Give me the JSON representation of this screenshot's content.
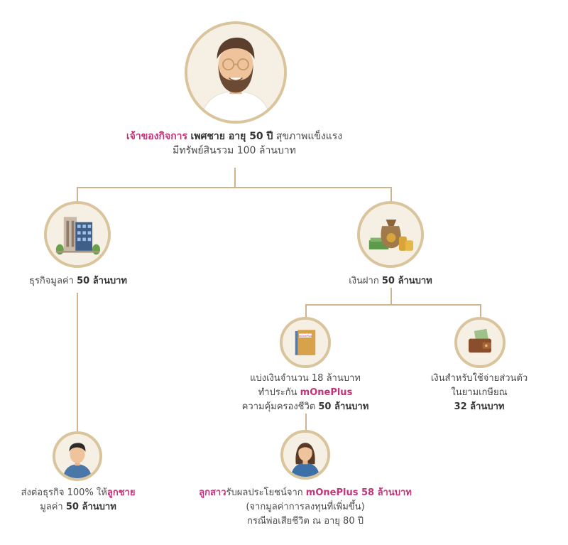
{
  "owner": {
    "role": "เจ้าของกิจการ",
    "desc_bold": "เพศชาย อายุ 50 ปี",
    "desc_rest": "สุขภาพแข็งแรง",
    "line2": "มีทรัพย์สินรวม 100 ล้านบาท"
  },
  "business": {
    "text": "ธุรกิจมูลค่า",
    "value": "50 ล้านบาท"
  },
  "deposit": {
    "text": "เงินฝาก",
    "value": "50 ล้านบาท"
  },
  "insurance": {
    "line1": "แบ่งเงินจำนวน 18 ล้านบาท",
    "line2_prefix": "ทำประกัน",
    "line2_brand": "mOnePlus",
    "line3_prefix": "ความคุ้มครองชีวิต",
    "line3_value": "50 ล้านบาท",
    "book_label": "mOnePlus"
  },
  "retirement": {
    "line1": "เงินสำหรับใช้จ่ายส่วนตัว",
    "line2": "ในยามเกษียณ",
    "line3": "32 ล้านบาท"
  },
  "son": {
    "prefix": "ส่งต่อธุรกิจ 100% ให้",
    "who": "ลูกชาย",
    "line2_prefix": "มูลค่า",
    "line2_value": "50 ล้านบาท"
  },
  "daughter": {
    "who": "ลูกสาว",
    "mid": "รับผลประโยชน์จาก",
    "brand": "mOnePlus 58 ล้านบาท",
    "line2": "(จากมูลค่าการลงทุนที่เพิ่มขึ้น)",
    "line3": "กรณีพ่อเสียชีวิต ณ อายุ 80 ปี"
  },
  "colors": {
    "accent_pink": "#c2337a",
    "line": "#cfb38e",
    "circle_border": "#d9c49c"
  }
}
